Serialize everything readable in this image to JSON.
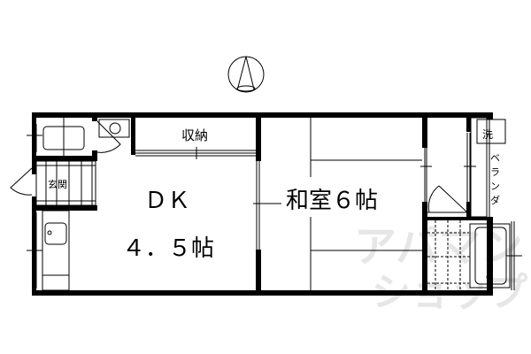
{
  "floorplan": {
    "rooms": [
      {
        "id": "dk",
        "label_line1": "ＤＫ",
        "label_line2": "４．５帖"
      },
      {
        "id": "washitsu",
        "label": "和室６帖"
      },
      {
        "id": "storage",
        "label": "収納"
      },
      {
        "id": "entrance",
        "label": "玄関"
      },
      {
        "id": "veranda",
        "label_chars": [
          "ベ",
          "ラ",
          "ン",
          "ダ"
        ]
      },
      {
        "id": "washer",
        "label": "洗"
      }
    ],
    "compass": {
      "direction": "north"
    },
    "watermark": {
      "line1": "アパマン",
      "line2": "ショップ"
    },
    "colors": {
      "wall": "#000000",
      "background": "#ffffff",
      "watermark": "#e6e6e6"
    }
  }
}
